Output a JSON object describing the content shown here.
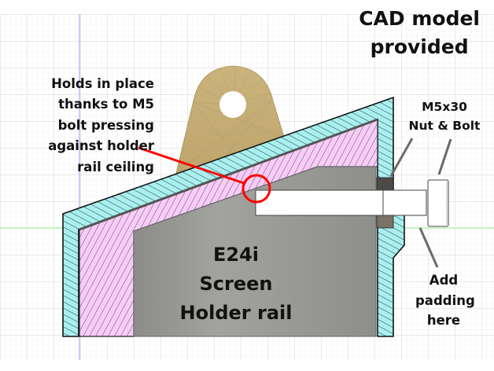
{
  "title": {
    "lines": [
      "CAD model",
      "provided"
    ]
  },
  "annotations": {
    "holds_in_place": {
      "lines": [
        "Holds in place",
        "thanks to M5",
        "bolt pressing",
        "against holder",
        "rail ceiling"
      ],
      "color": "#ff0000"
    },
    "bolt": {
      "lines": [
        "M5x30",
        "Nut & Bolt"
      ]
    },
    "padding": {
      "lines": [
        "Add",
        "padding",
        "here"
      ]
    },
    "rail": {
      "lines": [
        "E24i",
        "Screen",
        "Holder rail"
      ]
    }
  },
  "colors": {
    "housing_section": "#a8f0f0",
    "holder_section": "#f8ccf8",
    "rail_body": "#939390",
    "bracket": "#c8b078",
    "callout_circle": "#ff0000",
    "leader_gray": "#6a6a6a",
    "grid_minor": "#eeeeee",
    "grid_major": "#d0d0d0",
    "axis_x": "#88ee88",
    "axis_y": "#9999ff"
  }
}
